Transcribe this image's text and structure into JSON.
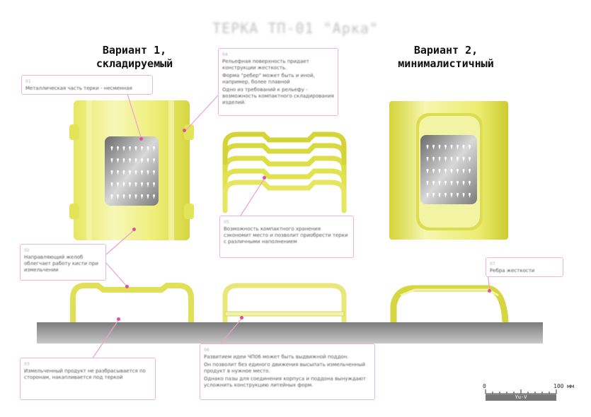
{
  "title": "ТЕРКА ТП-01 \"Арка\"",
  "variant1": {
    "line1": "Вариант 1,",
    "line2": "складируемый"
  },
  "variant2": {
    "line1": "Вариант 2,",
    "line2": "минималистичный"
  },
  "notes": {
    "n01": {
      "num": "01",
      "lines": [
        "Металлическая часть терки - несменная"
      ]
    },
    "n02": {
      "num": "02",
      "lines": [
        "Направляющий желоб облегчает работу кисти при измельчении"
      ]
    },
    "n03": {
      "num": "03",
      "lines": [
        "Измельченный продукт не разбрасывается по сторонам, накапливается под теркой"
      ]
    },
    "n04": {
      "num": "04",
      "lines": [
        "Рельефная поверхность придает конструкции жесткость.",
        "Форма \"ребер\" может быть и иной, например, более плавной",
        "Одно из требований к рельефу - возможность компактного складирования изделий."
      ]
    },
    "n05": {
      "num": "05",
      "lines": [
        "Возможность компактного хранения сэкономит место и позволит приобрести терки с различными наполнением"
      ]
    },
    "n06": {
      "num": "06",
      "lines": [
        "Развитием идеи ЧП06 может быть выдвижной поддон.",
        "Он позволит без единого движения высыпать измельченный продукт в нужное место.",
        "Однако пазы для соединения корпуса и поддона вынуждают усложнить конструкцию литейных форм."
      ]
    },
    "n07": {
      "num": "07",
      "lines": [
        "Ребра жесткости"
      ]
    }
  },
  "scale": {
    "start": "0",
    "end": "100 мм",
    "author": "Yu-V"
  },
  "colors": {
    "yellow": "#eeee70",
    "yellow_dark": "#c8c820",
    "pink": "#e0509a",
    "ground": "#9a9a9a"
  }
}
